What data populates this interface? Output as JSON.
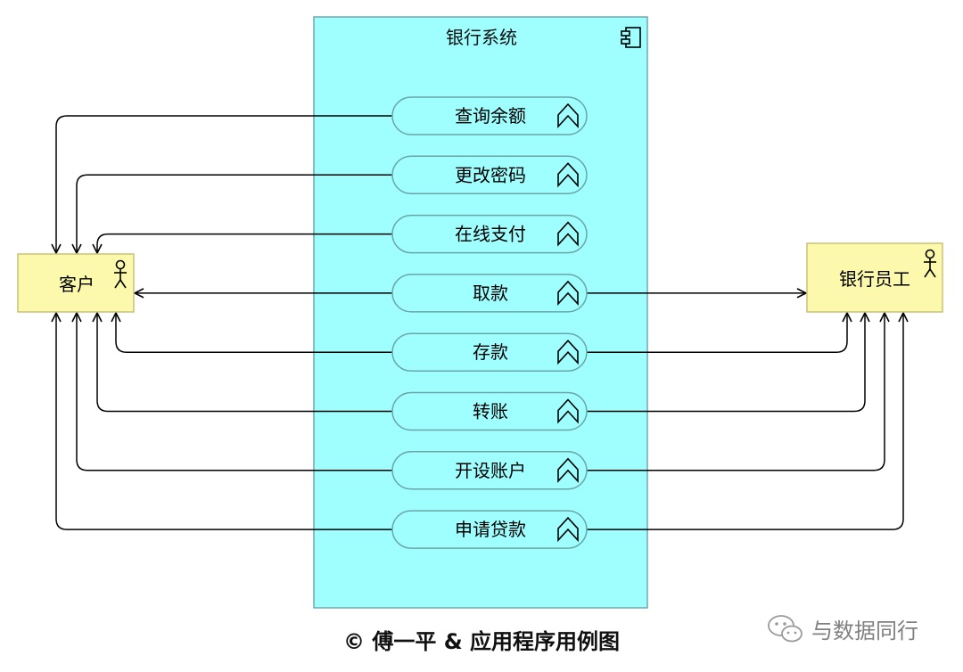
{
  "system": {
    "title": "银行系统",
    "icon": "component-icon"
  },
  "actors": {
    "customer": {
      "label": "客户",
      "icon": "actor-icon"
    },
    "staff": {
      "label": "银行员工",
      "icon": "actor-icon"
    }
  },
  "use_cases": [
    {
      "id": "uc1",
      "label": "查询余额",
      "icon": "usecase-icon"
    },
    {
      "id": "uc2",
      "label": "更改密码",
      "icon": "usecase-icon"
    },
    {
      "id": "uc3",
      "label": "在线支付",
      "icon": "usecase-icon"
    },
    {
      "id": "uc4",
      "label": "取款",
      "icon": "usecase-icon"
    },
    {
      "id": "uc5",
      "label": "存款",
      "icon": "usecase-icon"
    },
    {
      "id": "uc6",
      "label": "转账",
      "icon": "usecase-icon"
    },
    {
      "id": "uc7",
      "label": "开设账户",
      "icon": "usecase-icon"
    },
    {
      "id": "uc8",
      "label": "申请贷款",
      "icon": "usecase-icon"
    }
  ],
  "links": [
    {
      "from": "uc1",
      "to": "customer"
    },
    {
      "from": "uc2",
      "to": "customer"
    },
    {
      "from": "uc3",
      "to": "customer"
    },
    {
      "from": "uc4",
      "to": "customer"
    },
    {
      "from": "uc4",
      "to": "staff"
    },
    {
      "from": "uc5",
      "to": "customer"
    },
    {
      "from": "uc5",
      "to": "staff"
    },
    {
      "from": "uc6",
      "to": "customer"
    },
    {
      "from": "uc6",
      "to": "staff"
    },
    {
      "from": "uc7",
      "to": "customer"
    },
    {
      "from": "uc7",
      "to": "staff"
    },
    {
      "from": "uc8",
      "to": "customer"
    },
    {
      "from": "uc8",
      "to": "staff"
    }
  ],
  "caption": "© 傅一平 & 应用程序用例图",
  "watermark": {
    "text": "与数据同行",
    "icon": "wechat-icon"
  },
  "colors": {
    "system_fill": "#9ffefe",
    "system_stroke": "#6fa8b0",
    "usecase_stroke": "#6aa6a6",
    "actor_fill": "#fcf9ad",
    "actor_stroke": "#c9c17a",
    "line": "#000000"
  }
}
